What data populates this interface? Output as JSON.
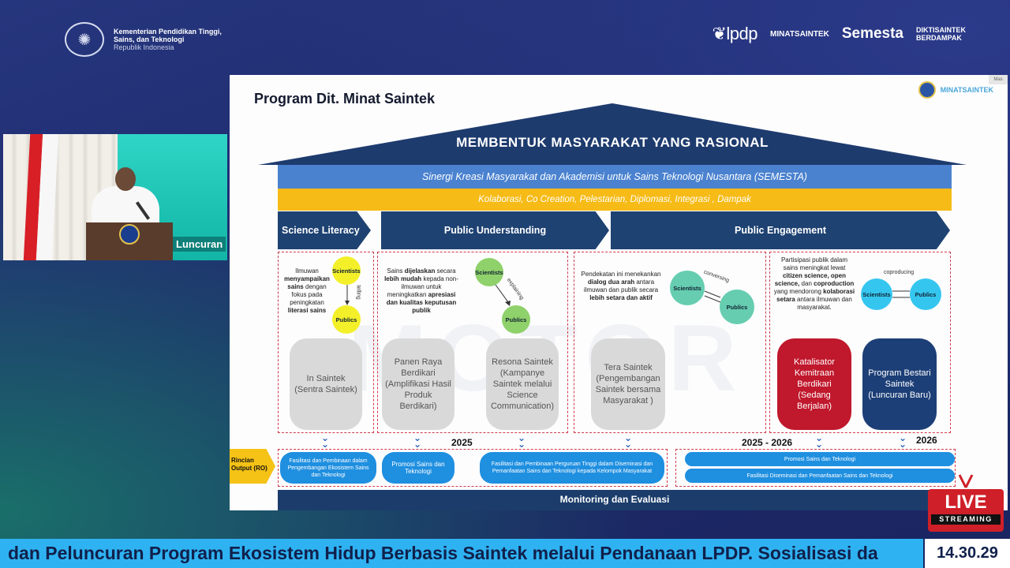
{
  "header": {
    "ministry": {
      "line1": "Kementerian Pendidikan Tinggi,",
      "line2": "Sains, dan Teknologi",
      "line3": "Republik Indonesia"
    },
    "logos": {
      "lpdp": "lpdp",
      "minat": "MINATSAINTEK",
      "semesta": "Semesta",
      "dikti_1": "DIKTISAINTEK",
      "dikti_2": "BERDAMPAK"
    }
  },
  "slide": {
    "title": "Program Dit. Minat Saintek",
    "logo_text": "MINATSAINTEK",
    "corner_tab": "Mas",
    "roof": "MEMBENTUK MASYARAKAT YANG RASIONAL",
    "semesta": "Sinergi Kreasi Masyarakat dan Akademisi untuk Sains Teknologi Nusantara (SEMESTA)",
    "kolaborasi": "Kolaborasi, Co Creation, Pelestarian, Diplomasi, Integrasi , Dampak",
    "headers": [
      "Science Literacy",
      "Public Understanding",
      "Public Engagement"
    ],
    "columns": {
      "literacy": {
        "desc_1": "Ilmuwan",
        "desc_2": "menyampaikan",
        "desc_3": "sains",
        "desc_4": "dengan fokus pada peningkatan",
        "desc_5": "literasi sains",
        "scientists": "Scientists",
        "publics": "Publics",
        "arrow_label": "telling"
      },
      "understanding": {
        "desc_1": "Sains",
        "desc_2": "dijelaskan",
        "desc_3": "secara",
        "desc_4": "lebih mudah",
        "desc_5": "kepada non-ilmuwan untuk meningkatkan",
        "desc_6": "apresiasi dan kualitas keputusan publik",
        "scientists": "Scientists",
        "publics": "Publics",
        "arrow_label": "explaining"
      },
      "engagement_a": {
        "desc_1": "Pendekatan ini menekankan",
        "desc_2": "dialog dua arah",
        "desc_3": "antara ilmuwan dan publik secara",
        "desc_4": "lebih setara dan aktif",
        "scientists": "Scientists",
        "publics": "Publics",
        "arrow_label": "conversing"
      },
      "engagement_b": {
        "desc_1": "Partisipasi publik dalam sains meningkat lewat",
        "desc_2": "citizen science, open science,",
        "desc_3": "dan",
        "desc_4": "coproduction",
        "desc_5": "yang mendorong",
        "desc_6": "kolaborasi setara",
        "desc_7": "antara ilmuwan dan masyarakat.",
        "scientists": "Scientists",
        "publics": "Publics",
        "arrow_label": "coproducing"
      }
    },
    "programs": [
      {
        "label": "In Saintek (Sentra Saintek)",
        "color": "#d9d9d9"
      },
      {
        "label": "Panen Raya Berdikari (Amplifikasi Hasil Produk Berdikari)",
        "color": "#d9d9d9"
      },
      {
        "label": "Resona Saintek (Kampanye Saintek melalui Science Communication)",
        "color": "#d9d9d9"
      },
      {
        "label": "Tera Saintek (Pengembangan Saintek bersama Masyarakat )",
        "color": "#d9d9d9"
      },
      {
        "label": "Katalisator Kemitraan Berdikari (Sedang Berjalan)",
        "color": "#c0182c"
      },
      {
        "label": "Program Bestari Saintek (Luncuran Baru)",
        "color": "#1d3f77"
      }
    ],
    "years": [
      "2025",
      "2025 - 2026",
      "2026"
    ],
    "ro": {
      "label_1": "Rincian",
      "label_2": "Output (RO)",
      "items": [
        "Fasilitasi dan Pembinaan dalam Pengembangan Ekosistem Sains dan Teknologi",
        "Promosi Sains dan Teknologi",
        "Fasilitasi dan Pembinaan Perguruan Tinggi dalam Diseminasi dan Pemanfaatan Sains dan Teknologi kepada Kelompok Masyarakat",
        "Promosi Sains dan Teknologi",
        "Fasilitasi Diseminasi dan Pemanfaatan Sains dan Teknologi"
      ]
    },
    "monev": "Monitoring dan Evaluasi",
    "colors": {
      "navy": "#1e4272",
      "blue_bar": "#4a82cf",
      "yellow_bar": "#f6bb17",
      "ro_pill": "#1f8fe0"
    }
  },
  "speaker_screen_text": "Luncuran",
  "live": {
    "big": "LIVE",
    "small": "STREAMING"
  },
  "ticker": "dan Peluncuran Program Ekosistem Hidup Berbasis Saintek melalui Pendanaan LPDP.  Sosialisasi da",
  "clock": "14.30.29"
}
